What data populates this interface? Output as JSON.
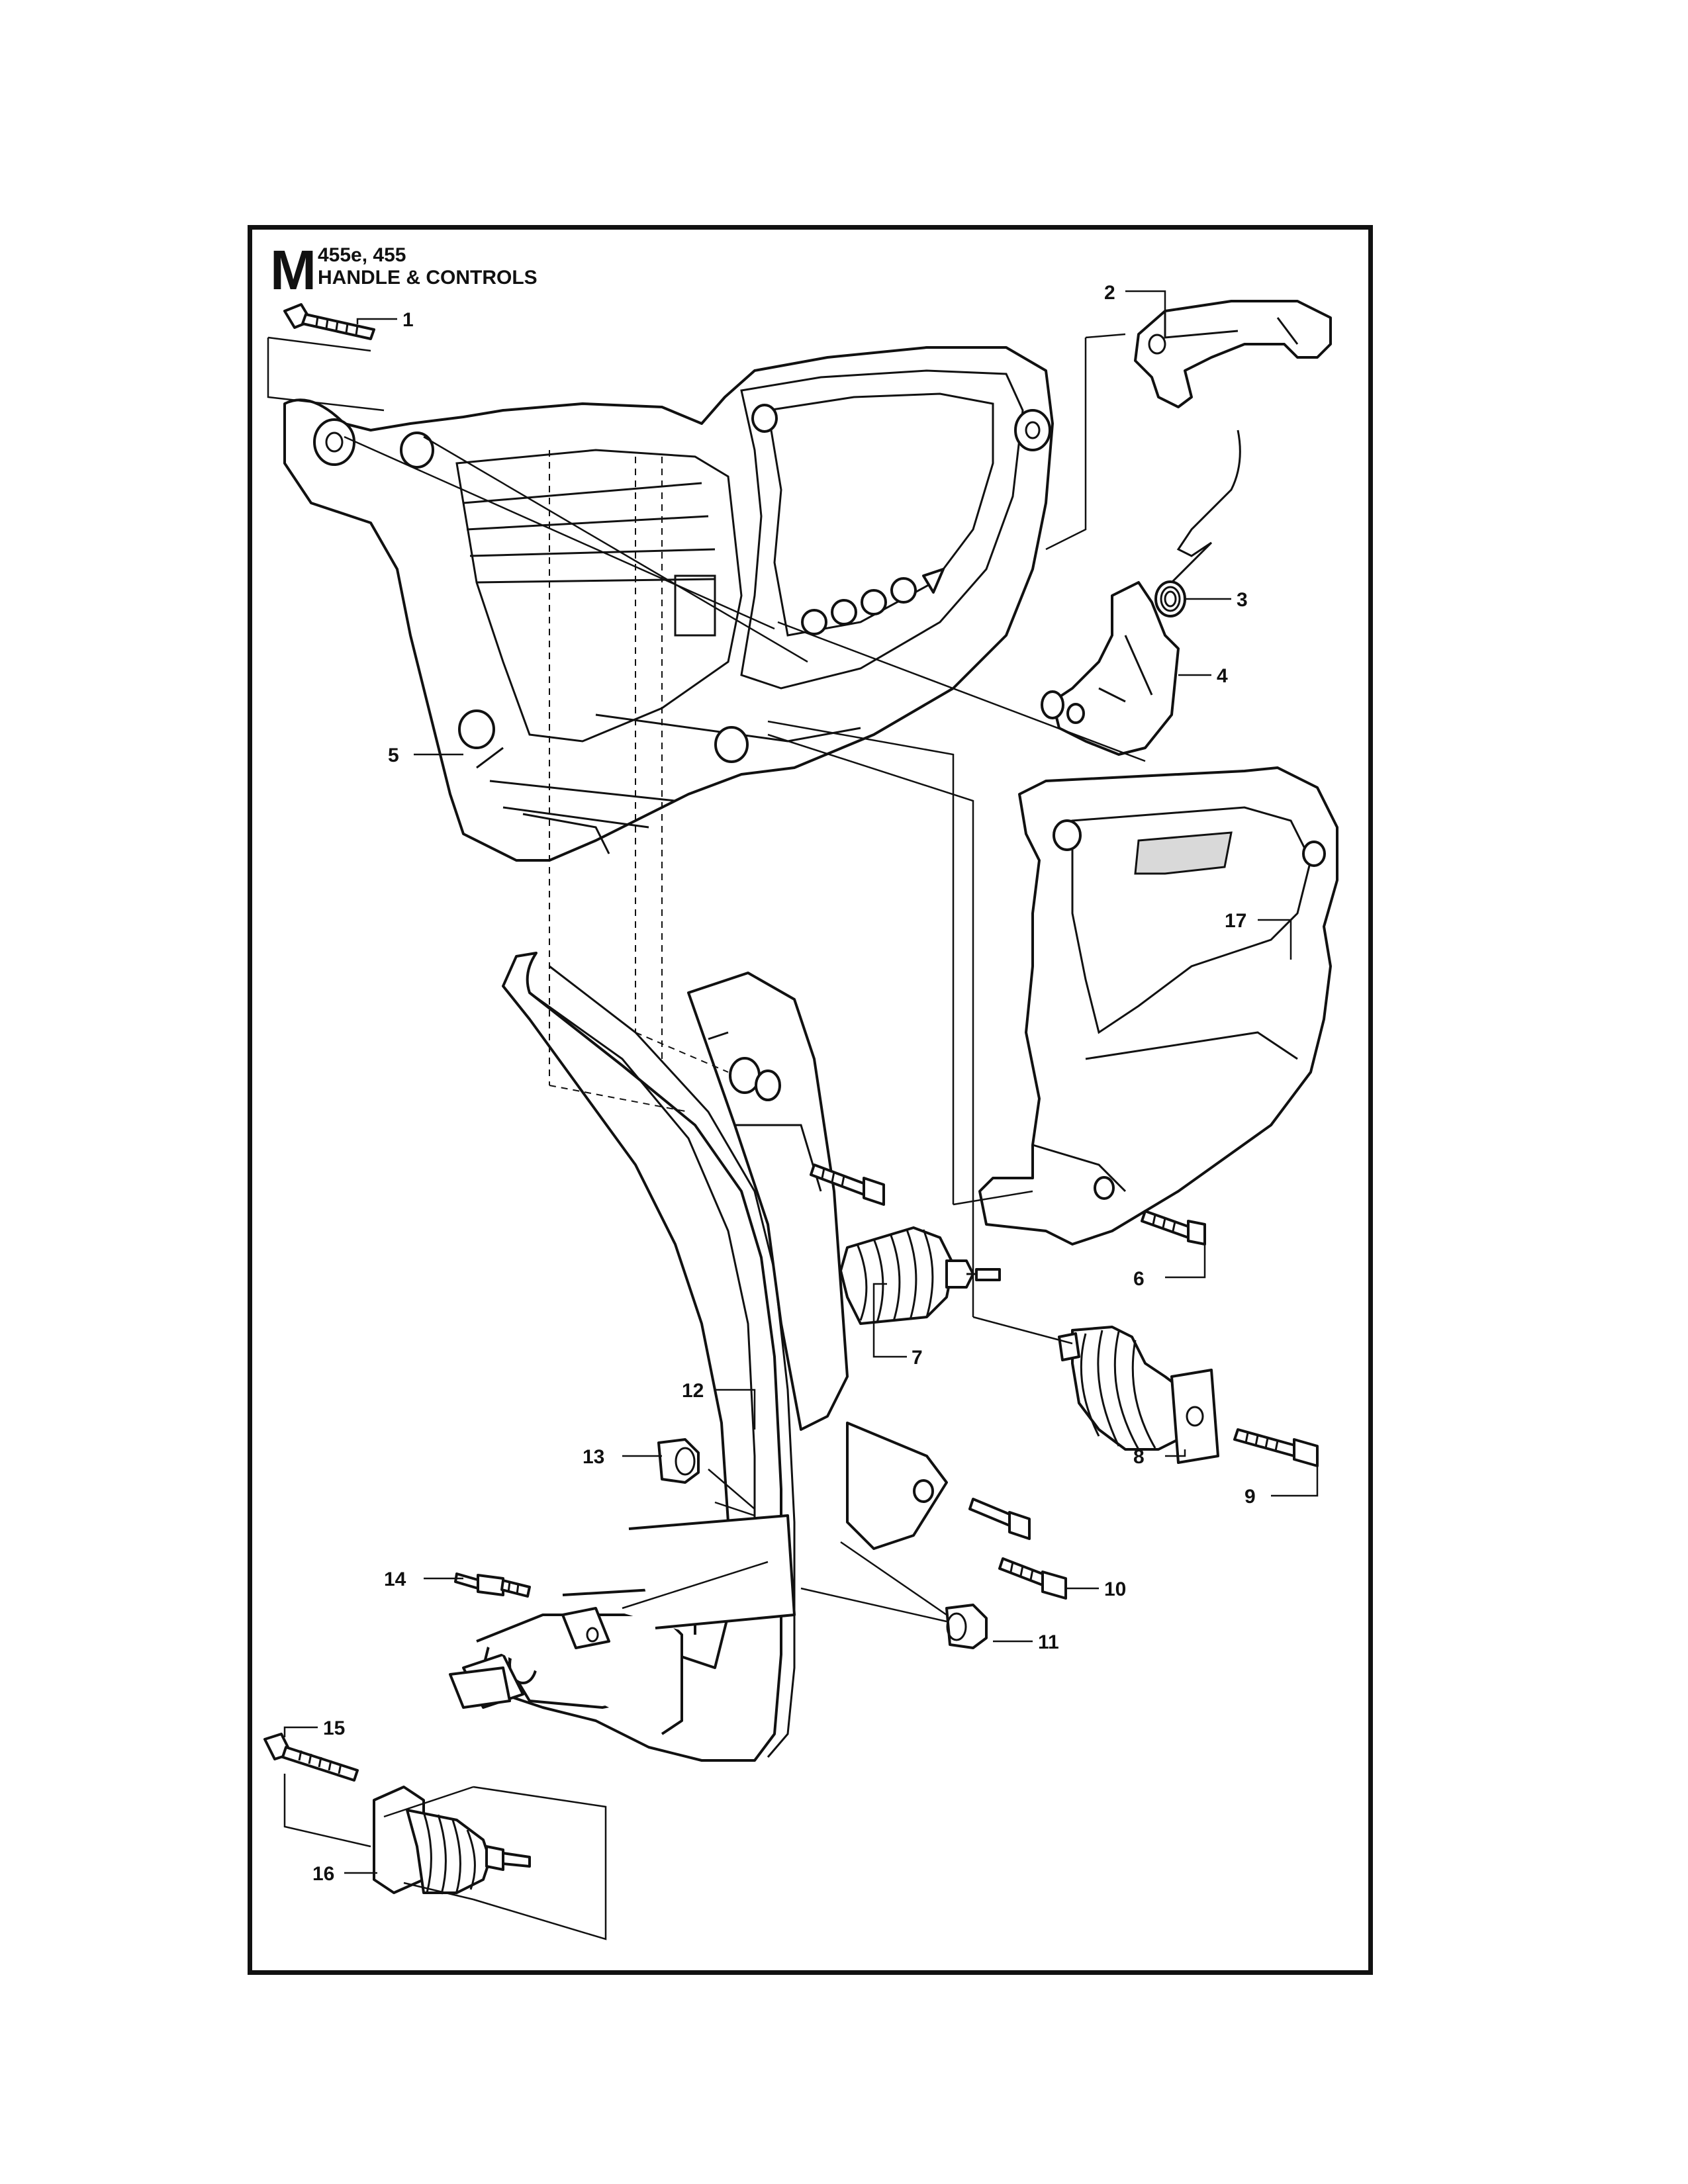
{
  "header": {
    "section_letter": "M",
    "models": "455e, 455",
    "title": "HANDLE & CONTROLS"
  },
  "callouts": [
    "1",
    "2",
    "3",
    "4",
    "5",
    "6",
    "7",
    "8",
    "9",
    "10",
    "11",
    "12",
    "13",
    "14",
    "15",
    "16",
    "17"
  ]
}
